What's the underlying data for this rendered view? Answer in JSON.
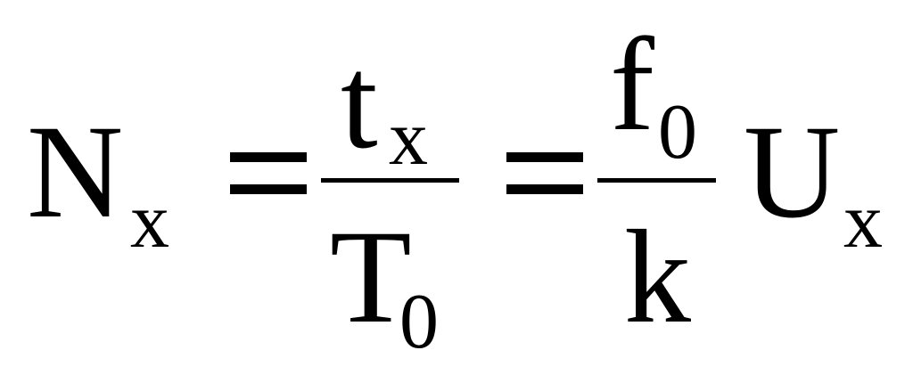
{
  "formula": {
    "lhs": {
      "base": "N",
      "sub": "x"
    },
    "frac1": {
      "numerator": {
        "base": "t",
        "sub": "x"
      },
      "denominator": {
        "base": "T",
        "sub": "0"
      }
    },
    "frac2": {
      "numerator": {
        "base": "f",
        "sub": "0"
      },
      "denominator": {
        "base": "k"
      }
    },
    "rhs": {
      "base": "U",
      "sub": "x"
    }
  }
}
